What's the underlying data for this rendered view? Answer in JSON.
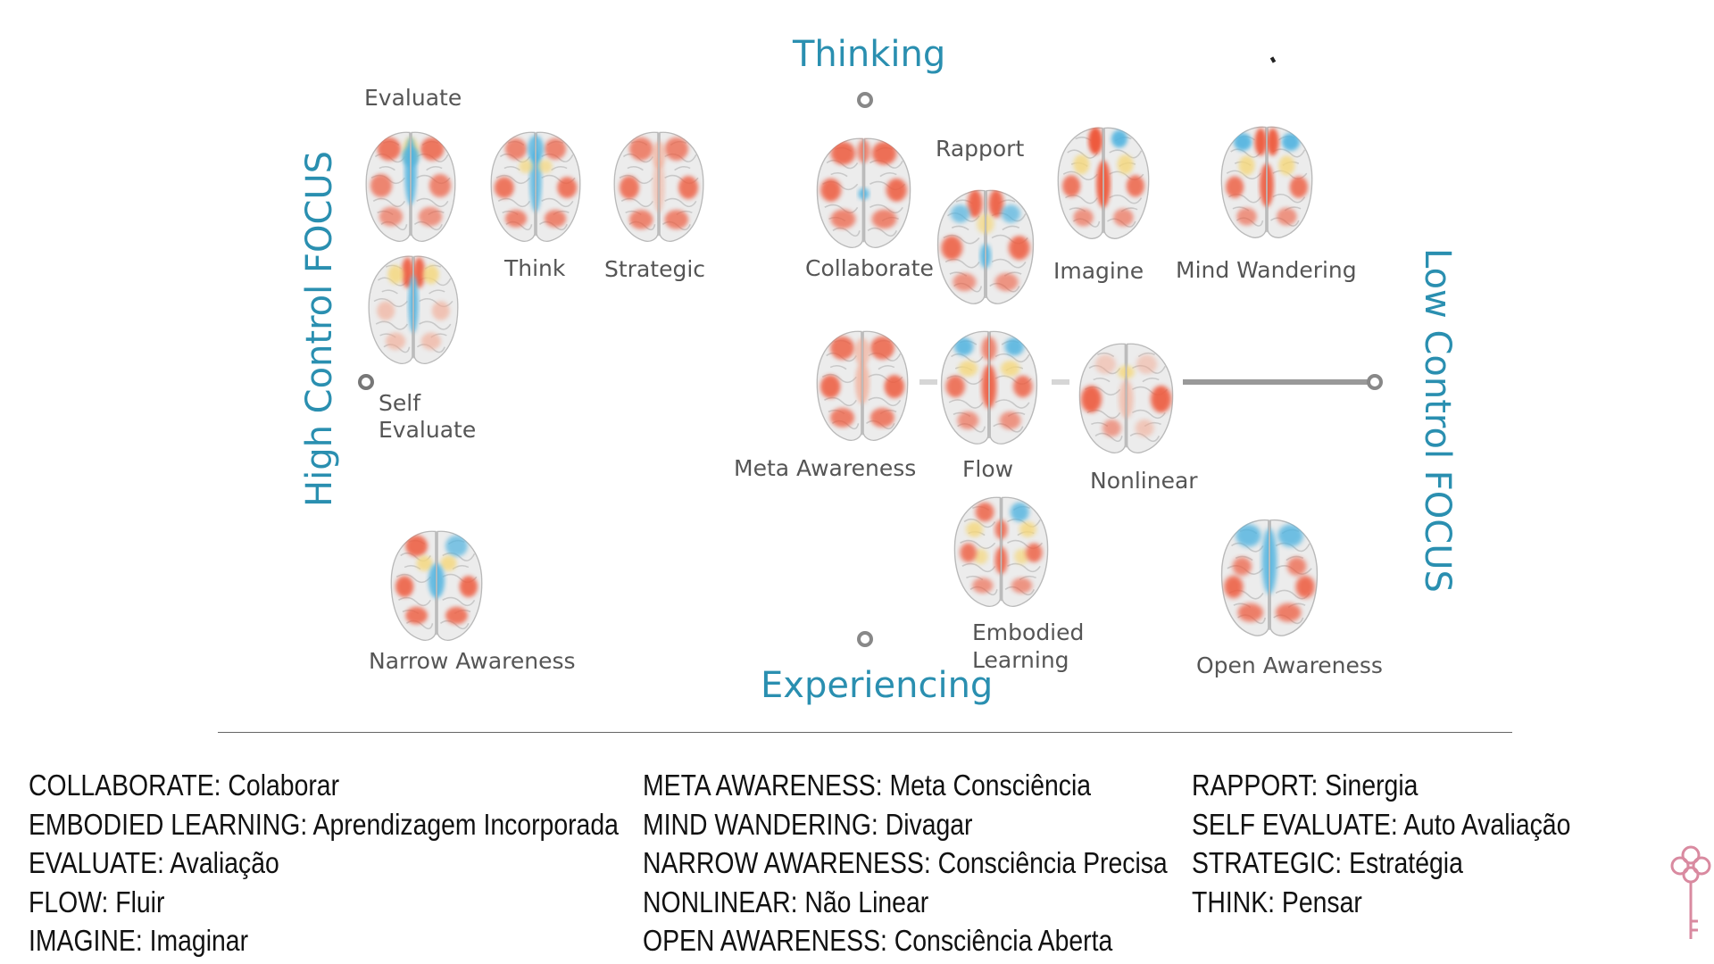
{
  "axes": {
    "top": "Thinking",
    "bottom": "Experiencing",
    "left": "High Control FOCUS",
    "right": "Low Control FOCUS"
  },
  "brains": {
    "evaluate": "Evaluate",
    "think": "Think",
    "strategic": "Strategic",
    "collaborate": "Collaborate",
    "rapport": "Rapport",
    "imagine": "Imagine",
    "mind_wandering": "Mind Wandering",
    "self_evaluate_line1": "Self",
    "self_evaluate_line2": "Evaluate",
    "meta_awareness": "Meta Awareness",
    "flow": "Flow",
    "nonlinear": "Nonlinear",
    "narrow_awareness": "Narrow Awareness",
    "embodied_learning_line1": "Embodied",
    "embodied_learning_line2": "Learning",
    "open_awareness": "Open Awareness"
  },
  "legend": {
    "col1": [
      "COLLABORATE:  Colaborar",
      "EMBODIED LEARNING:  Aprendizagem Incorporada",
      "EVALUATE: Avaliação",
      "FLOW:  Fluir",
      "IMAGINE:  Imaginar"
    ],
    "col2": [
      "META AWARENESS:  Meta Consciência",
      "MIND WANDERING:  Divagar",
      "NARROW AWARENESS:  Consciência Precisa",
      "NONLINEAR:  Não Linear",
      "OPEN AWARENESS:  Consciência Aberta"
    ],
    "col3": [
      "RAPPORT:  Sinergia",
      "SELF EVALUATE:  Auto Avaliação",
      "STRATEGIC:  Estratégia",
      "THINK:  Pensar"
    ]
  },
  "colors": {
    "axis_text": "#2a8fb0",
    "activation_red": "#ee5a3c",
    "activation_blue": "#4fb3e0",
    "activation_yellow": "#f5d77a",
    "key_icon": "#d98aa0"
  },
  "icons": {
    "brain": "brain-icon",
    "key": "key-icon"
  }
}
